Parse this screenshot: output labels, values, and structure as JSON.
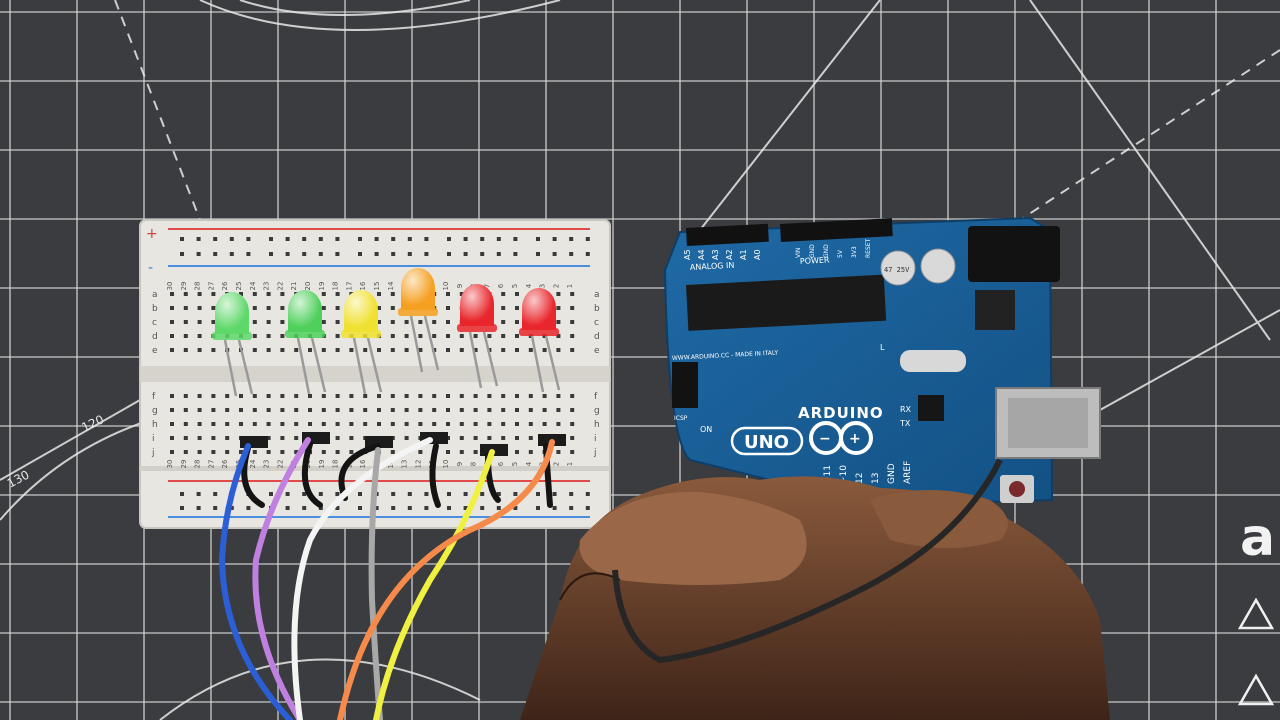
{
  "mat": {
    "ruler_labels": [
      "120",
      "130"
    ],
    "edge_letter": "a"
  },
  "breadboard": {
    "column_numbers": [
      "30",
      "29",
      "28",
      "27",
      "26",
      "25",
      "24",
      "23",
      "22",
      "21",
      "20",
      "19",
      "18",
      "17",
      "16",
      "15",
      "14",
      "13",
      "12",
      "11",
      "10",
      "9",
      "8",
      "7",
      "6",
      "5",
      "4",
      "3",
      "2",
      "1"
    ],
    "row_letters_top": [
      "a",
      "b",
      "c",
      "d",
      "e"
    ],
    "row_letters_bottom": [
      "f",
      "g",
      "h",
      "i",
      "j"
    ],
    "rail_plus": "+",
    "rail_minus": "-"
  },
  "leds": [
    {
      "color": "#5fd86a"
    },
    {
      "color": "#4fd05c"
    },
    {
      "color": "#f0e030"
    },
    {
      "color": "#f5a020"
    },
    {
      "color": "#e8262c"
    },
    {
      "color": "#e8262c"
    }
  ],
  "wires": [
    {
      "color": "#2c5fd6"
    },
    {
      "color": "#c080e0"
    },
    {
      "color": "#f4f4f4"
    },
    {
      "color": "#a8a8a8"
    },
    {
      "color": "#f0f040"
    },
    {
      "color": "#f58a4a"
    }
  ],
  "arduino": {
    "brand": "ARDUINO",
    "model": "UNO",
    "site": "WWW.ARDUINO.CC - MADE IN ITALY",
    "header_analog": "ANALOG IN",
    "analog_pins": [
      "A0",
      "A1",
      "A2",
      "A3",
      "A4",
      "A5"
    ],
    "header_power": "POWER",
    "power_pins": [
      "VIN",
      "GND",
      "GND",
      "5V",
      "3V3",
      "RESET"
    ],
    "digital_pins": [
      "~11",
      "~10",
      "12",
      "13",
      "GND",
      "AREF"
    ],
    "led_labels": [
      "TX",
      "RX",
      "L",
      "ON"
    ],
    "cap_label": "47 25V",
    "icsp": "ICSP"
  }
}
